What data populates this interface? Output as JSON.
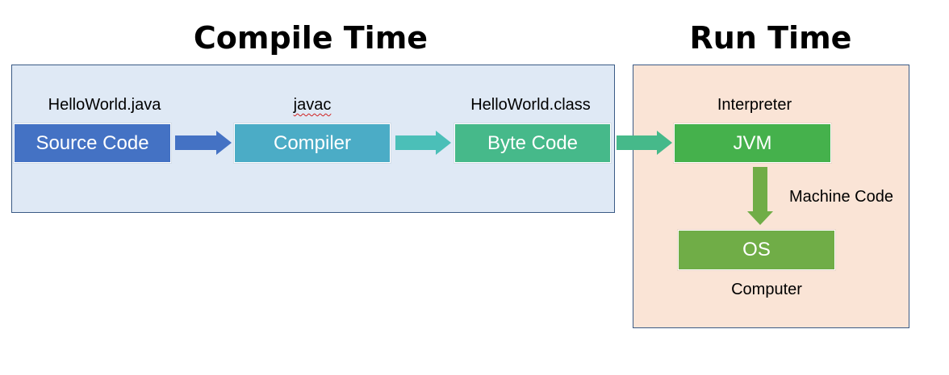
{
  "headings": {
    "compile": "Compile Time",
    "run": "Run Time"
  },
  "captions": {
    "source": "HelloWorld.java",
    "compiler": "javac",
    "bytecode": "HelloWorld.class",
    "jvm": "Interpreter",
    "machine_code": "Machine Code",
    "os": "Computer"
  },
  "boxes": {
    "source": "Source Code",
    "compiler": "Compiler",
    "bytecode": "Byte Code",
    "jvm": "JVM",
    "os": "OS"
  },
  "colors": {
    "compile_panel": "#dfe9f5",
    "run_panel": "#fae4d6",
    "source": "#4472c4",
    "compiler": "#4bacc6",
    "bytecode": "#46b98a",
    "jvm": "#45b14c",
    "os": "#70ad47"
  }
}
